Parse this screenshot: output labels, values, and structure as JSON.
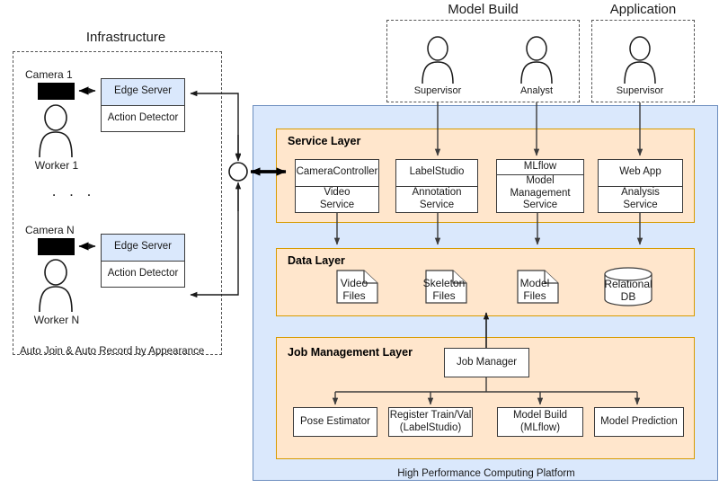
{
  "diagram": {
    "title_groups": [
      {
        "name": "infrastructure",
        "label": "Infrastructure"
      },
      {
        "name": "model-build",
        "label": "Model Build"
      },
      {
        "name": "application",
        "label": "Application"
      }
    ],
    "infrastructure": {
      "caption": "Auto Join & Auto Record by Appearance",
      "ellipsis": ". . .",
      "nodes": [
        {
          "camera_label": "Camera 1",
          "worker_label": "Worker 1",
          "server_top": "Edge Server",
          "server_bottom": "Action Detector"
        },
        {
          "camera_label": "Camera N",
          "worker_label": "Worker N",
          "server_top": "Edge Server",
          "server_bottom": "Action Detector"
        }
      ]
    },
    "personas": {
      "model_build": [
        {
          "label": "Supervisor",
          "icon": "user-icon"
        },
        {
          "label": "Analyst",
          "icon": "user-icon"
        }
      ],
      "application": [
        {
          "label": "Supervisor",
          "icon": "user-icon"
        }
      ]
    },
    "platform": {
      "label": "High Performance Computing Platform",
      "layers": [
        {
          "name": "service-layer",
          "title": "Service Layer",
          "boxes": [
            {
              "top": "CameraController",
              "bottom": "Video\nService"
            },
            {
              "top": "LabelStudio",
              "bottom": "Annotation\nService"
            },
            {
              "top": "MLflow",
              "bottom": "Model Management\nService"
            },
            {
              "top": "Web App",
              "bottom": "Analysis\nService"
            }
          ]
        },
        {
          "name": "data-layer",
          "title": "Data Layer",
          "items": [
            {
              "label": "Video\nFiles",
              "shape": "document"
            },
            {
              "label": "Skeleton\nFiles",
              "shape": "document"
            },
            {
              "label": "Model\nFiles",
              "shape": "document"
            },
            {
              "label": "Relational\nDB",
              "shape": "cylinder"
            }
          ]
        },
        {
          "name": "job-management-layer",
          "title": "Job Management Layer",
          "manager": {
            "label": "Job Manager"
          },
          "jobs": [
            {
              "label": "Pose Estimator"
            },
            {
              "label": "Register Train/Val\n(LabelStudio)"
            },
            {
              "label": "Model Build\n(MLflow)"
            },
            {
              "label": "Model Prediction"
            }
          ]
        }
      ]
    },
    "colors": {
      "panel_blue_fill": "#dae8fc",
      "panel_blue_stroke": "#6c8ebf",
      "panel_peach_fill": "#ffe6cc",
      "panel_peach_stroke": "#d79b00",
      "box_stroke": "#3b3b3b",
      "camera_fill": "#000000",
      "dashed_stroke": "#555555",
      "text": "#1a1a1a"
    }
  }
}
